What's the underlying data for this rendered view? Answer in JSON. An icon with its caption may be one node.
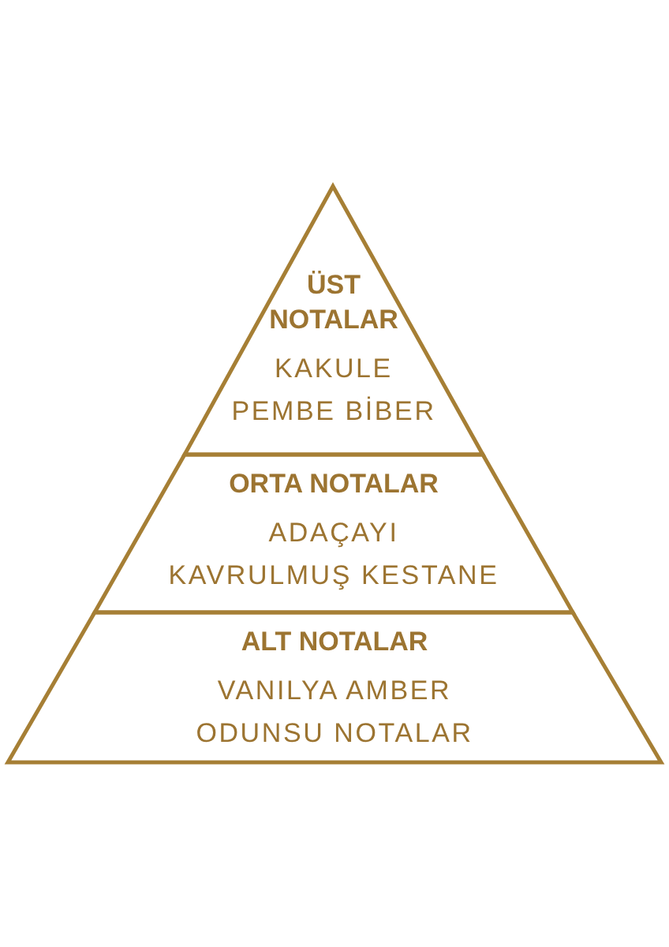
{
  "diagram": {
    "nodes": [
      {
        "text": [
          "ÜST NOTALAR",
          "KAKULE",
          "PEMBE BİBER"
        ]
      },
      {
        "text": [
          "ORTA NOTALAR",
          "ADAÇAYI",
          "KAVRULMUŞ KESTANE"
        ]
      },
      {
        "text": [
          "ALT NOTALAR",
          "VANILYA AMBER",
          "ODUNSU NOTALAR"
        ]
      }
    ]
  }
}
